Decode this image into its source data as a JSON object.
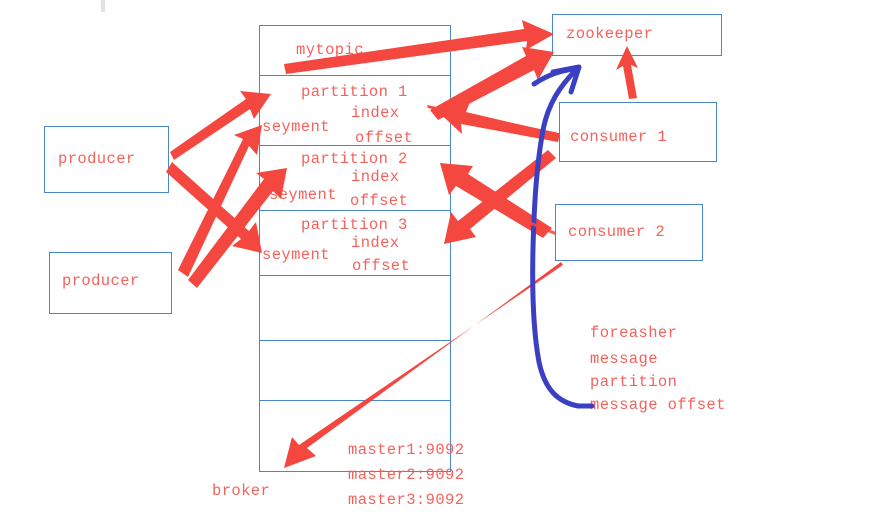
{
  "diagram": {
    "title_note": "kafka architecture sketch",
    "colors": {
      "box_border": "#4a86c8",
      "text_red": "#f4625c",
      "arrow_red": "#f4473f",
      "curve_blue": "#3a3fc4"
    }
  },
  "producers": [
    {
      "label": "producer"
    },
    {
      "label": "producer"
    }
  ],
  "topic_box": {
    "topic_label": "mytopic",
    "partitions": [
      {
        "name": "partition 1",
        "index": "index",
        "segment": "seyment",
        "offset": "offset"
      },
      {
        "name": "partition 2",
        "index": "index",
        "segment": "seyment",
        "offset": "offset"
      },
      {
        "name": "partition 3",
        "index": "index",
        "segment": "seyment",
        "offset": "offset"
      }
    ],
    "empty_rows": 3,
    "brokers": [
      "master1:9092",
      "master2:9092",
      "master3:9092"
    ],
    "broker_label": "broker"
  },
  "zookeeper": {
    "label": "zookeeper"
  },
  "consumers": [
    {
      "label": "consumer 1"
    },
    {
      "label": "consumer 2"
    }
  ],
  "notes": {
    "lines": [
      "foreasher",
      "message",
      "partition",
      "message offset"
    ]
  }
}
